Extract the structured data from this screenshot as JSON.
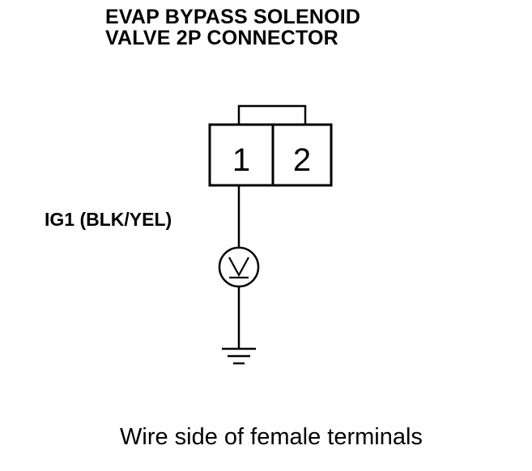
{
  "title": {
    "line1": "EVAP BYPASS SOLENOID",
    "line2": "VALVE 2P CONNECTOR"
  },
  "connector": {
    "pins": [
      "1",
      "2"
    ]
  },
  "wire_label": "IG1 (BLK/YEL)",
  "meter": {
    "symbol": "V",
    "icon": "voltmeter-icon"
  },
  "ground": {
    "icon": "ground-icon"
  },
  "caption": "Wire side of female terminals"
}
